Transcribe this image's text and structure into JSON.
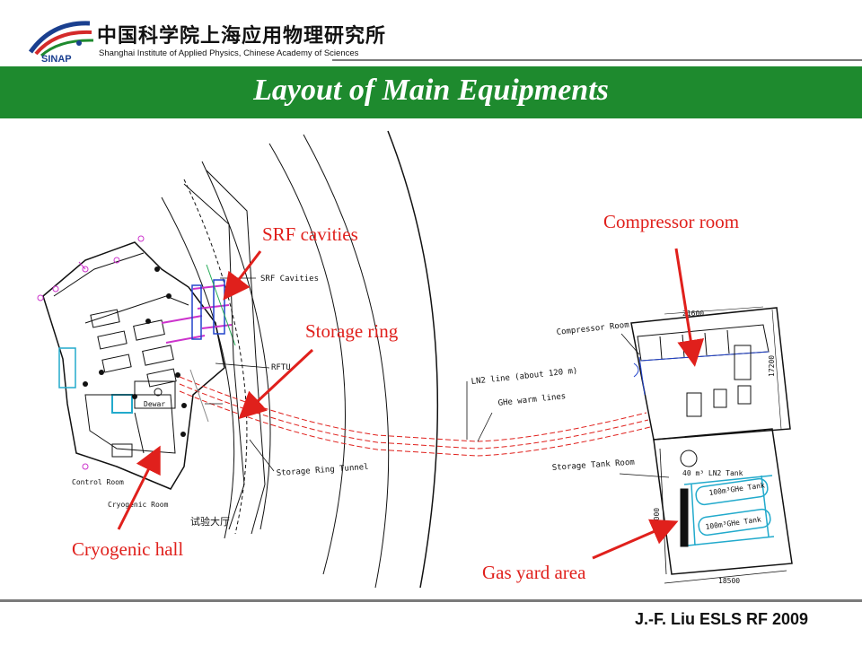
{
  "header": {
    "org_name_cn": "中国科学院上海应用物理研究所",
    "org_name_en": "Shanghai Institute of Applied Physics, Chinese Academy of Sciences",
    "org_abbr": "SINAP",
    "title": "Layout of Main Equipments"
  },
  "annotations": {
    "srf_cavities": "SRF cavities",
    "storage_ring": "Storage ring",
    "compressor_room": "Compressor room",
    "cryogenic_hall": "Cryogenic hall",
    "gas_yard": "Gas yard area"
  },
  "drawing_labels": {
    "srf_cavities": "SRF Cavities",
    "rf_tunnel": "RFTU",
    "ln2_line": "LN2 line (about 120 m)",
    "he_warm_lines": "GHe warm lines",
    "compressor_room": "Compressor Room",
    "storage_ring_tunnel": "Storage Ring Tunnel",
    "control_room": "Control Room",
    "cryogenic_room": "Cryogenic Room",
    "dewar": "Dewar",
    "storage_tank_room": "Storage Tank Room",
    "ln2_tank": "40 m³ LN2 Tank",
    "ghe_tank_1": "100m³GHe Tank",
    "ghe_tank_2": "100m³GHe Tank",
    "dim_top": "21600",
    "dim_right": "17200",
    "dim_left": "22000",
    "dim_bottom": "18500",
    "cn_note": "试验大厅"
  },
  "footer": "J.-F. Liu ESLS RF 2009",
  "colors": {
    "banner": "#1e8a2e",
    "annotation": "#e0201c",
    "arrow": "#e0201c",
    "cad_line": "#111111",
    "cad_magenta": "#cc33cc",
    "cad_cyan": "#22aacc",
    "cad_blue": "#2244cc"
  }
}
